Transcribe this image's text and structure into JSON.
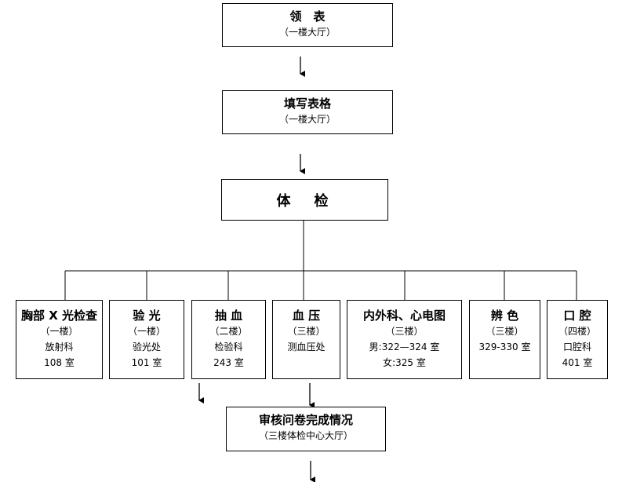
{
  "diagram": {
    "step1": {
      "title": "领　表",
      "location": "（一楼大厅）"
    },
    "step2": {
      "title": "填写表格",
      "location": "（一楼大厅）"
    },
    "step3": {
      "title": "体　检"
    },
    "stations": [
      {
        "title": "胸部 X 光检查",
        "floor": "（一楼）",
        "dept": "放射科",
        "room": "108 室"
      },
      {
        "title": "验 光",
        "floor": "（一楼）",
        "dept": "验光处",
        "room": "101 室"
      },
      {
        "title": "抽 血",
        "floor": "（二楼）",
        "dept": "检验科",
        "room": "243 室"
      },
      {
        "title": "血 压",
        "floor": "（三楼）",
        "dept": "测血压处"
      },
      {
        "title": "内外科、心电图",
        "floor": "（三楼）",
        "dept": "男:322—324 室",
        "room": "女:325 室"
      },
      {
        "title": "辨 色",
        "floor": "（三楼）",
        "dept": "329-330 室"
      },
      {
        "title": "口 腔",
        "floor": "（四楼）",
        "dept": "口腔科",
        "room": "401 室"
      }
    ],
    "step4": {
      "title": "审核问卷完成情况",
      "location": "（三楼体检中心大厅）"
    }
  }
}
